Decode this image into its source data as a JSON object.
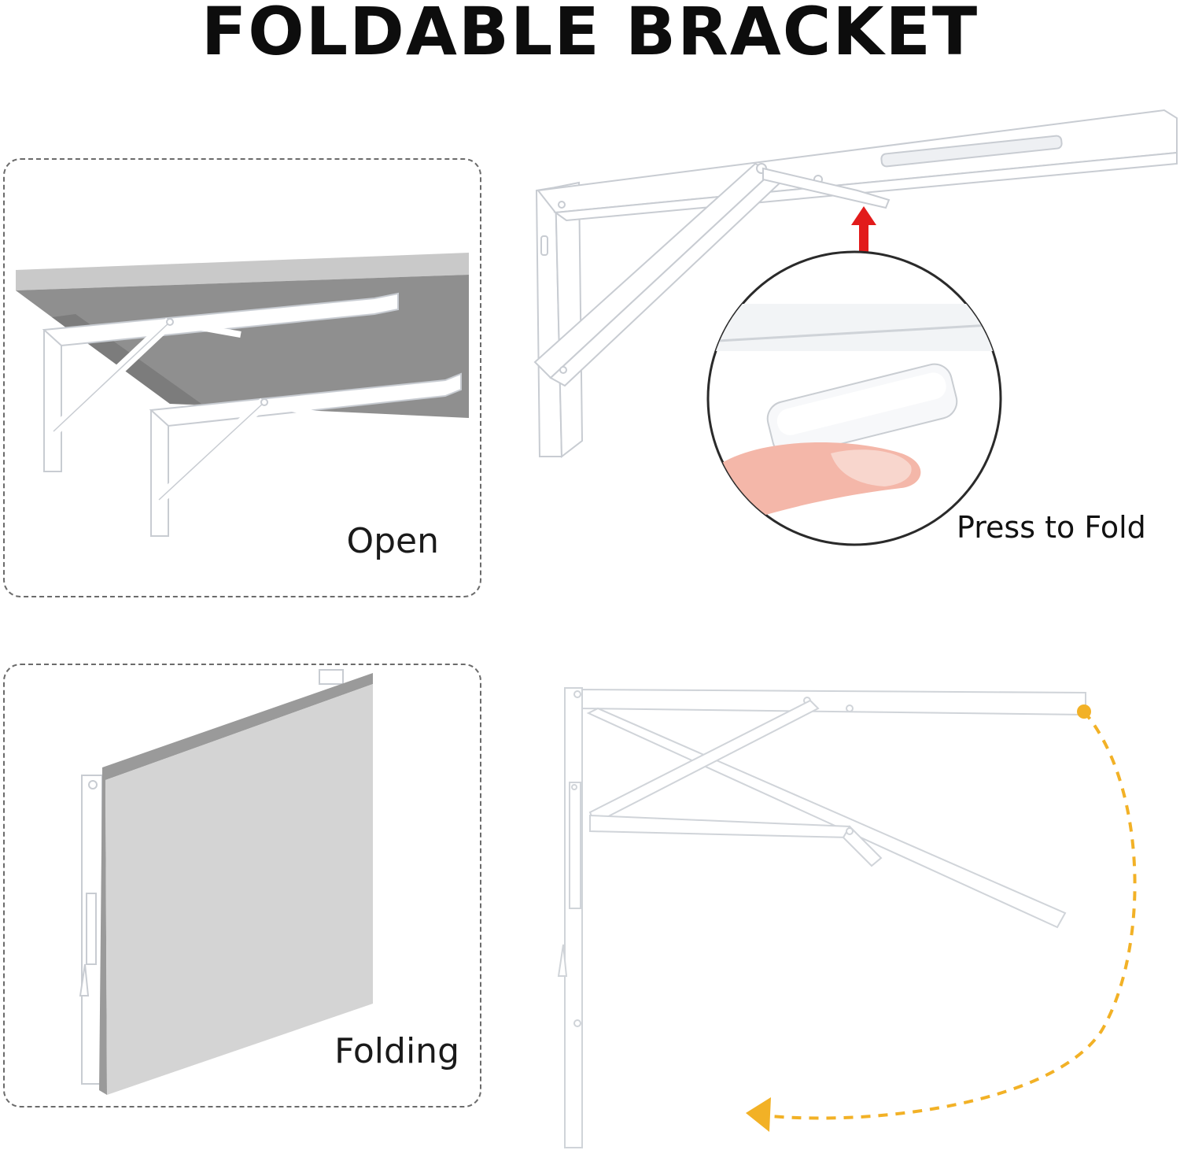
{
  "title": "FOLDABLE BRACKET",
  "panels": {
    "open": {
      "label": "Open"
    },
    "folding": {
      "label": "Folding"
    }
  },
  "callout": {
    "label": "Press to Fold"
  },
  "colors": {
    "bracket": "#ffffff",
    "bracket_edge": "#c8ccd2",
    "shelf_top": "#c9c9c9",
    "shelf_side": "#8f8f8f",
    "board_face": "#d4d4d4",
    "board_edge": "#9a9a9a",
    "arrow_red": "#e21b1b",
    "arc_yellow": "#f2b126",
    "skin": "#f4b7a9",
    "dashed_border": "#6b6b6b"
  }
}
